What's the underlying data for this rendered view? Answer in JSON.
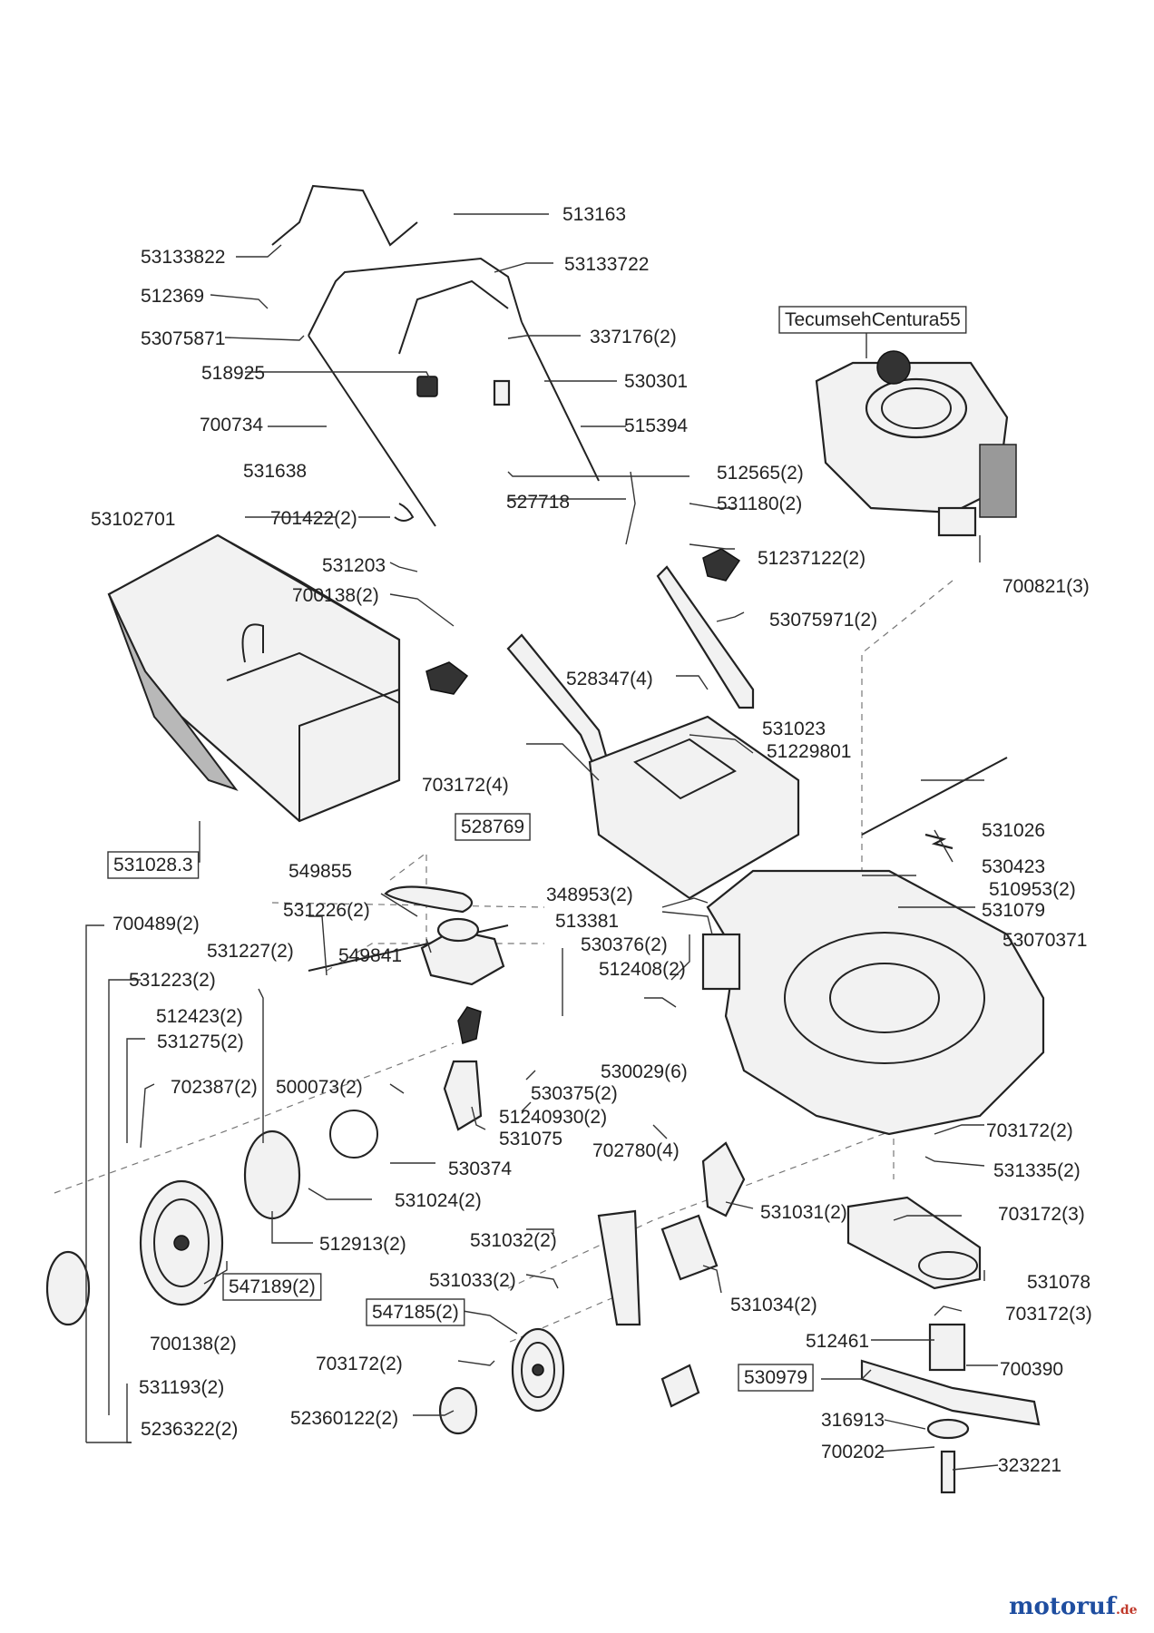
{
  "labels": [
    {
      "id": "l01",
      "text": "513163"
    },
    {
      "id": "l02",
      "text": "53133822"
    },
    {
      "id": "l03",
      "text": "53133722"
    },
    {
      "id": "l04",
      "text": "512369"
    },
    {
      "id": "l05",
      "text": "53075871"
    },
    {
      "id": "l06",
      "text": "337176(2)"
    },
    {
      "id": "l07",
      "text": "TecumsehCentura55",
      "boxed": true
    },
    {
      "id": "l08",
      "text": "518925"
    },
    {
      "id": "l09",
      "text": "530301"
    },
    {
      "id": "l10",
      "text": "700734"
    },
    {
      "id": "l11",
      "text": "515394"
    },
    {
      "id": "l12",
      "text": "531638"
    },
    {
      "id": "l13",
      "text": "512565(2)"
    },
    {
      "id": "l14",
      "text": "527718"
    },
    {
      "id": "l15",
      "text": "531180(2)"
    },
    {
      "id": "l16",
      "text": "53102701"
    },
    {
      "id": "l17",
      "text": "701422(2)"
    },
    {
      "id": "l18",
      "text": "51237122(2)"
    },
    {
      "id": "l19",
      "text": "531203"
    },
    {
      "id": "l20",
      "text": "700821(3)"
    },
    {
      "id": "l21",
      "text": "700138(2)"
    },
    {
      "id": "l22",
      "text": "53075971(2)"
    },
    {
      "id": "l23",
      "text": "528347(4)"
    },
    {
      "id": "l24",
      "text": "531023"
    },
    {
      "id": "l25",
      "text": "51229801"
    },
    {
      "id": "l26",
      "text": "703172(4)"
    },
    {
      "id": "l27",
      "text": "531026"
    },
    {
      "id": "l28",
      "text": "528769",
      "boxed": true
    },
    {
      "id": "l29",
      "text": "530423"
    },
    {
      "id": "l30",
      "text": "531028.3",
      "boxed": true
    },
    {
      "id": "l31",
      "text": "510953(2)"
    },
    {
      "id": "l32",
      "text": "549855"
    },
    {
      "id": "l33",
      "text": "348953(2)"
    },
    {
      "id": "l34",
      "text": "531079"
    },
    {
      "id": "l35",
      "text": "531226(2)"
    },
    {
      "id": "l36",
      "text": "513381"
    },
    {
      "id": "l37",
      "text": "700489(2)"
    },
    {
      "id": "l38",
      "text": "53070371"
    },
    {
      "id": "l39",
      "text": "531227(2)"
    },
    {
      "id": "l40",
      "text": "549841"
    },
    {
      "id": "l41",
      "text": "530376(2)"
    },
    {
      "id": "l42",
      "text": "531223(2)"
    },
    {
      "id": "l43",
      "text": "512408(2)"
    },
    {
      "id": "l44",
      "text": "512423(2)"
    },
    {
      "id": "l45",
      "text": "531275(2)"
    },
    {
      "id": "l46",
      "text": "530029(6)"
    },
    {
      "id": "l47",
      "text": "702387(2)"
    },
    {
      "id": "l48",
      "text": "500073(2)"
    },
    {
      "id": "l49",
      "text": "530375(2)"
    },
    {
      "id": "l50",
      "text": "51240930(2)"
    },
    {
      "id": "l51",
      "text": "531075"
    },
    {
      "id": "l52",
      "text": "703172(2)"
    },
    {
      "id": "l53",
      "text": "702780(4)"
    },
    {
      "id": "l54",
      "text": "530374"
    },
    {
      "id": "l55",
      "text": "531335(2)"
    },
    {
      "id": "l56",
      "text": "531024(2)"
    },
    {
      "id": "l57",
      "text": "531031(2)"
    },
    {
      "id": "l58",
      "text": "703172(3)"
    },
    {
      "id": "l59",
      "text": "531032(2)"
    },
    {
      "id": "l60",
      "text": "512913(2)"
    },
    {
      "id": "l61",
      "text": "531078"
    },
    {
      "id": "l62",
      "text": "547189(2)",
      "boxed": true
    },
    {
      "id": "l63",
      "text": "531033(2)"
    },
    {
      "id": "l64",
      "text": "531034(2)"
    },
    {
      "id": "l65",
      "text": "547185(2)",
      "boxed": true
    },
    {
      "id": "l66",
      "text": "703172(3)"
    },
    {
      "id": "l67",
      "text": "700138(2)"
    },
    {
      "id": "l68",
      "text": "512461"
    },
    {
      "id": "l69",
      "text": "703172(2)"
    },
    {
      "id": "l70",
      "text": "700390"
    },
    {
      "id": "l71",
      "text": "531193(2)"
    },
    {
      "id": "l72",
      "text": "530979",
      "boxed": true
    },
    {
      "id": "l73",
      "text": "52360122(2)"
    },
    {
      "id": "l74",
      "text": "316913"
    },
    {
      "id": "l75",
      "text": "5236322(2)"
    },
    {
      "id": "l76",
      "text": "700202"
    },
    {
      "id": "l77",
      "text": "323221"
    }
  ],
  "watermark": {
    "main": "motoruf",
    "suffix": ".de"
  }
}
